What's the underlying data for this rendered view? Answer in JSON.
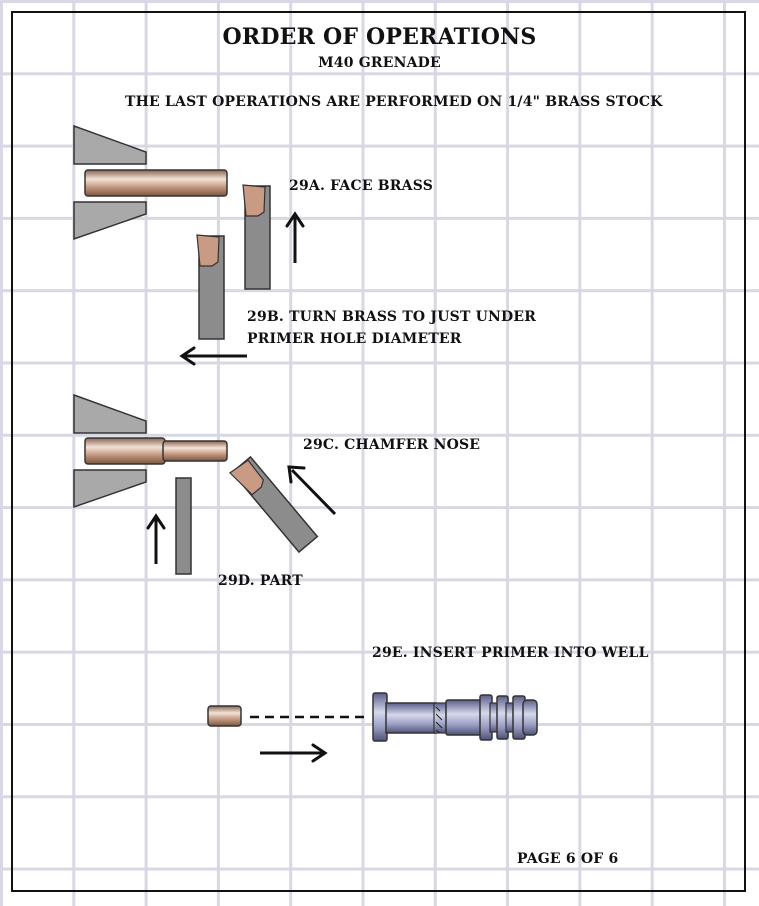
{
  "header": {
    "title": "ORDER OF OPERATIONS",
    "subtitle": "M40 GRENADE",
    "note": "THE LAST OPERATIONS ARE PERFORMED ON 1/4\" BRASS STOCK"
  },
  "steps": {
    "s29a": "29A. FACE BRASS",
    "s29b_line1": "29B. TURN BRASS TO JUST UNDER",
    "s29b_line2": "PRIMER HOLE DIAMETER",
    "s29c": "29C. CHAMFER NOSE",
    "s29d": "29D. PART",
    "s29e": "29E. INSERT PRIMER INTO WELL"
  },
  "footer": {
    "page": "PAGE 6 OF 6"
  },
  "colors": {
    "grid": "#d8d8e4",
    "chuck": "#a9a9a9",
    "tool": "#8c8c8c",
    "brass": "#b88b70",
    "body": "#8a8fb8"
  }
}
